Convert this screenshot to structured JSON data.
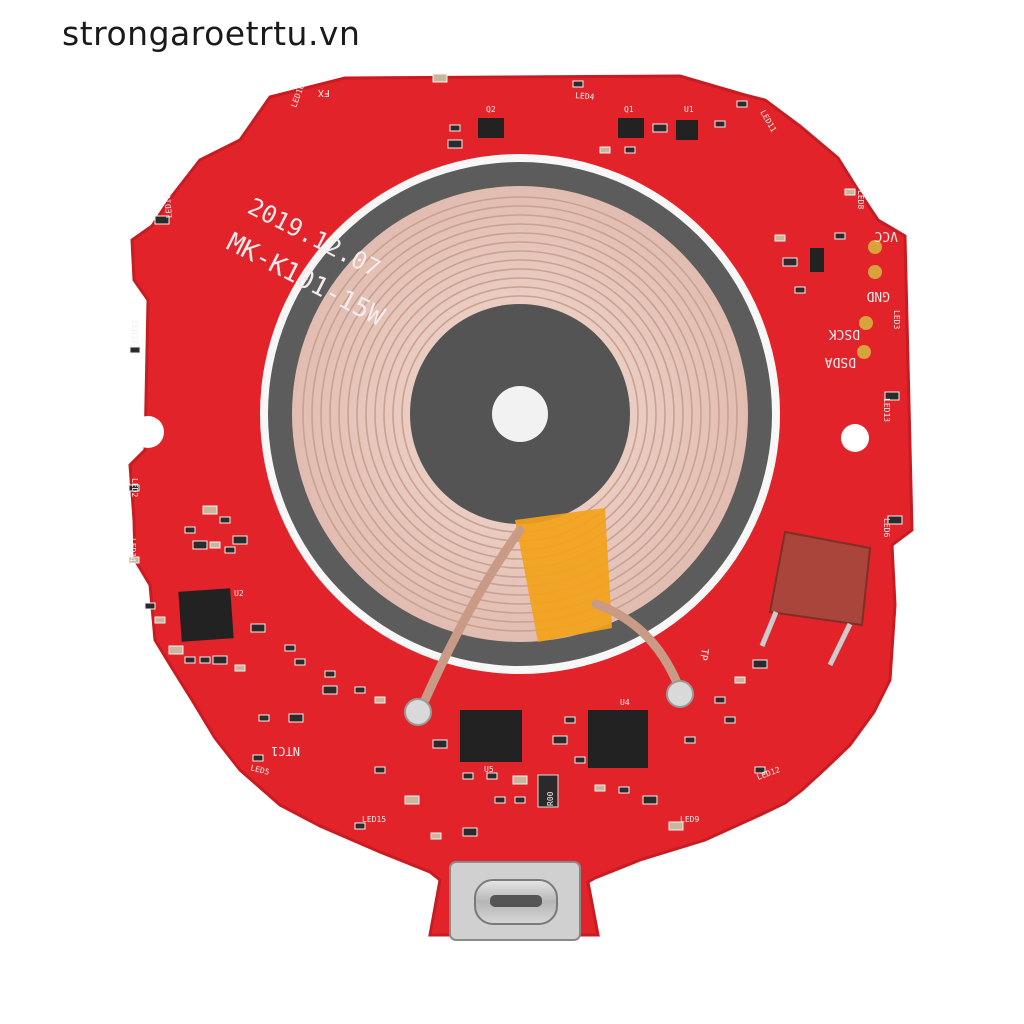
{
  "watermark": "strongaroetrtu.vn",
  "board": {
    "model": "MK-K101-15W",
    "date": "2019.12.07",
    "pins": [
      "VCC",
      "GND",
      "DSCK",
      "DSDA"
    ],
    "ntc_label": "NTC1",
    "fx_label": "FX",
    "tp_label": "TP",
    "led_labels": [
      "LED16",
      "LED5",
      "LED4",
      "LED11",
      "LED10",
      "LED8",
      "LED17",
      "LED13",
      "LED14",
      "LED15",
      "LED3",
      "LED6",
      "LED12",
      "LED9",
      "LED2"
    ],
    "chip_labels": [
      "U1",
      "U2",
      "U4",
      "U5",
      "Q1",
      "Q2"
    ],
    "resistor_label": "R00"
  },
  "colors": {
    "pcb": "#e3232a",
    "pcb_edge": "#c81b22",
    "coil_copper": "#e9c8bd",
    "ferrite": "#5c5c5c",
    "kapton": "#f2a21a",
    "capacitor_film": "#a9453a"
  }
}
